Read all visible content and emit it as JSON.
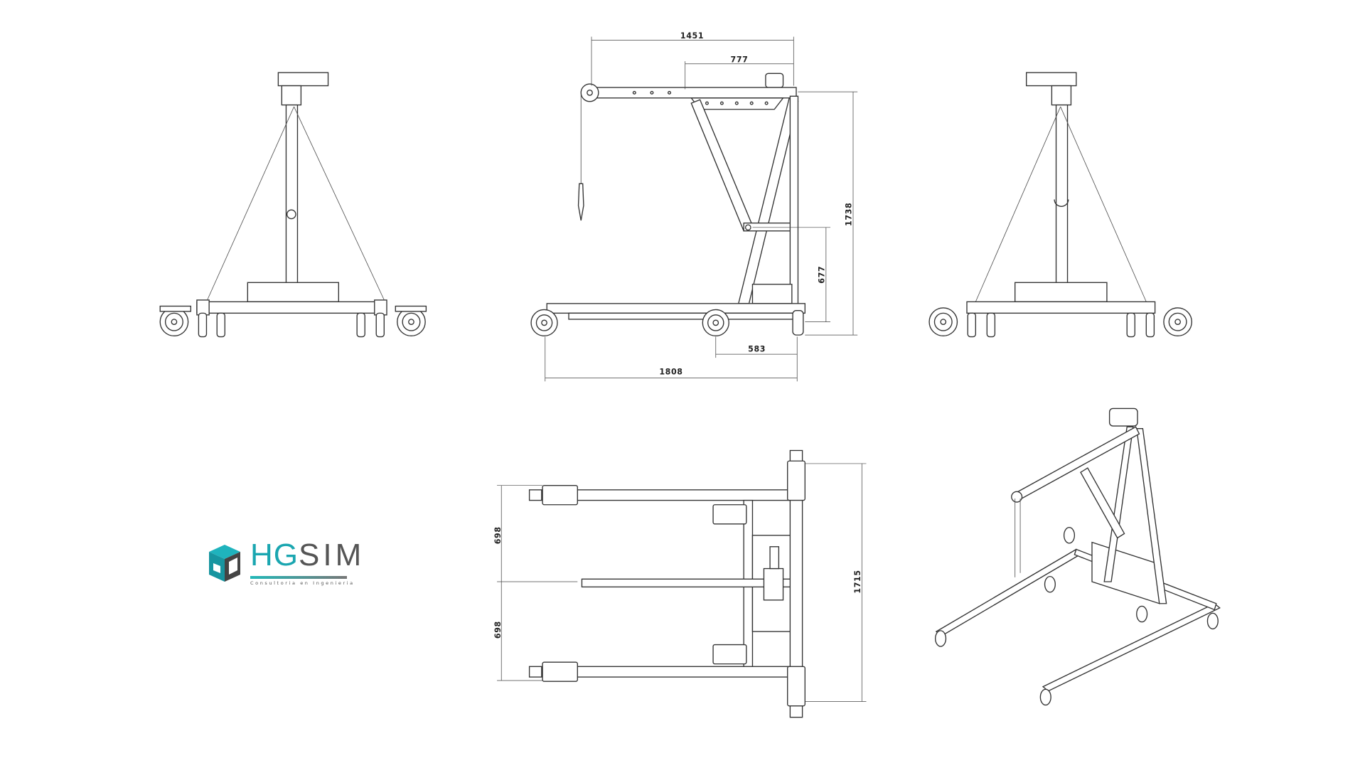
{
  "side_view": {
    "dimensions": {
      "boom_length": "1451",
      "boom_inner": "777",
      "total_height": "1738",
      "pivot_height": "677",
      "rear_offset": "583",
      "base_length": "1808"
    }
  },
  "top_view": {
    "dimensions": {
      "half_width_top": "698",
      "half_width_bottom": "698",
      "total_width": "1715"
    }
  },
  "logo": {
    "brand_part1": "HG",
    "brand_part2": "SIM",
    "tagline": "Consultoria en Ingenieria",
    "colors": {
      "teal": "#1aa6b0",
      "gray": "#555555"
    }
  }
}
